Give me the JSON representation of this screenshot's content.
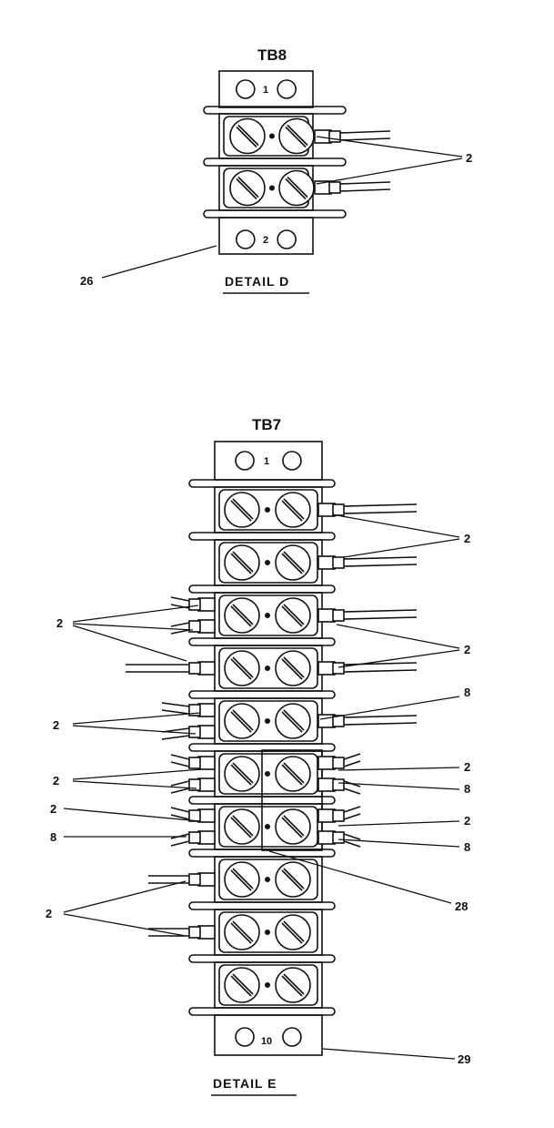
{
  "detail_d": {
    "title": "TB8",
    "caption": "DETAIL D",
    "end_numbers": [
      "1",
      "2"
    ],
    "callouts": [
      "2",
      "26"
    ]
  },
  "detail_e": {
    "title": "TB7",
    "caption": "DETAIL E",
    "end_numbers": [
      "1",
      "10"
    ],
    "callouts": [
      "2",
      "2",
      "2",
      "8",
      "2",
      "2",
      "2",
      "8",
      "2",
      "8",
      "2",
      "8",
      "28",
      "2",
      "29"
    ]
  },
  "colors": {
    "ink": "#111111",
    "paper": "#ffffff"
  },
  "icons": [
    "screw-terminal-icon",
    "wire-lug-icon",
    "mounting-hole-icon"
  ]
}
